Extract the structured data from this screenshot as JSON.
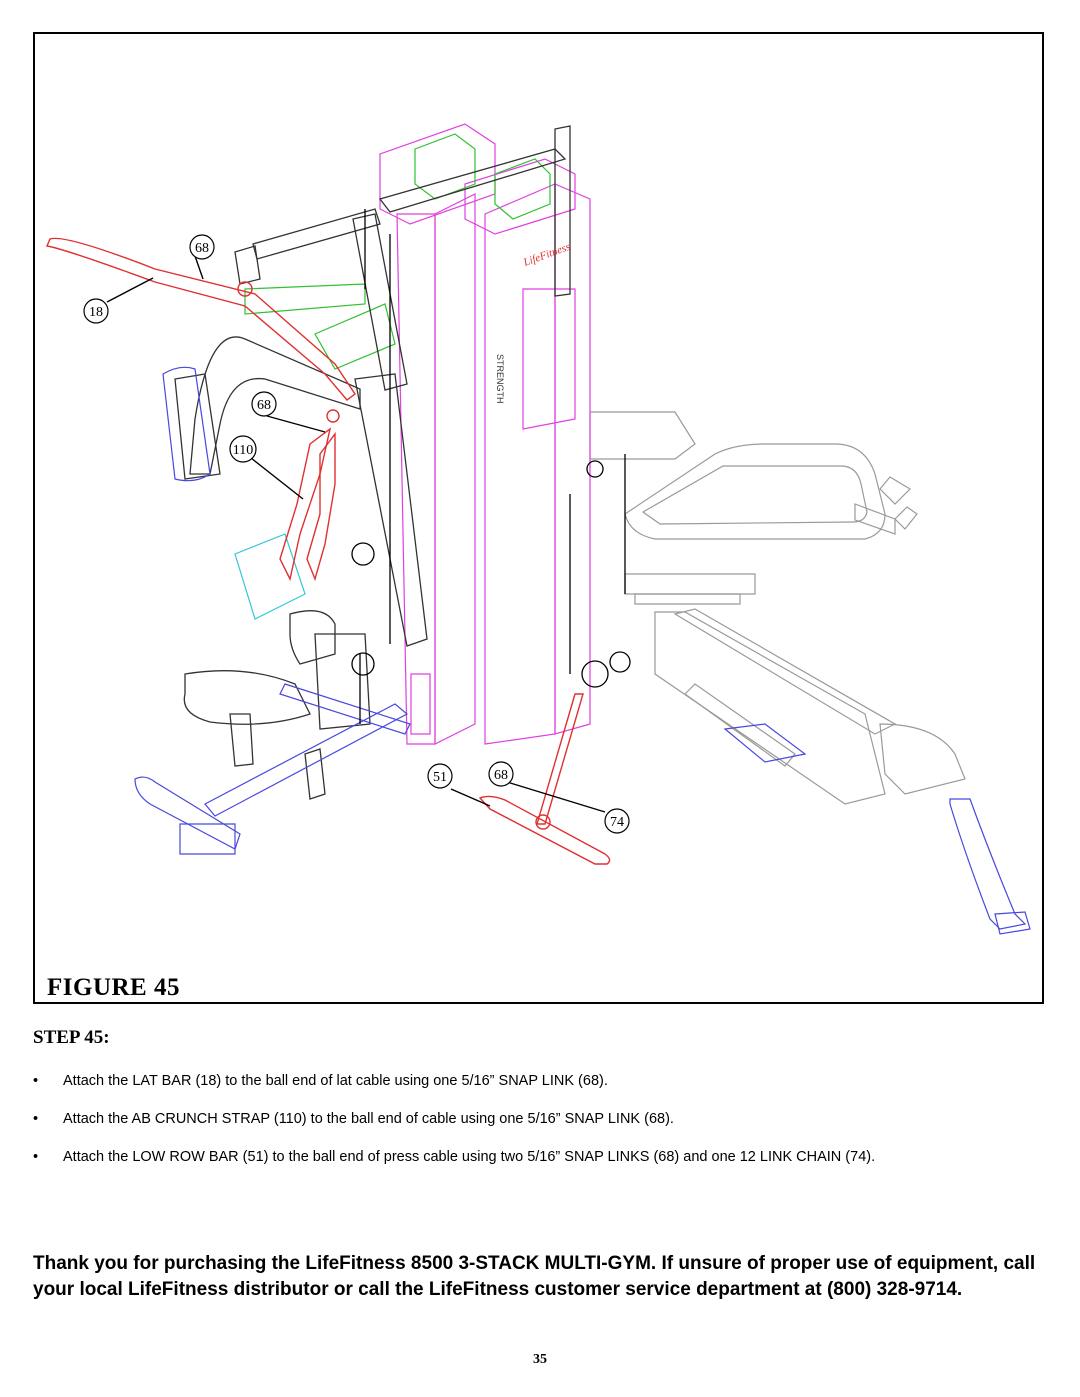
{
  "figure": {
    "caption": "FIGURE 45",
    "callouts": [
      "68",
      "18",
      "68",
      "110",
      "51",
      "68",
      "74"
    ],
    "brand_marks": [
      "LifeFitness",
      "STRENGTH"
    ]
  },
  "step": {
    "heading": "STEP 45:",
    "bullets": [
      "Attach the LAT BAR (18) to the ball end of lat cable using one 5/16” SNAP LINK (68).",
      "Attach the AB CRUNCH STRAP (110) to the ball end of cable using one 5/16” SNAP LINK (68).",
      "Attach the LOW ROW BAR (51) to the ball end of press cable using two 5/16” SNAP LINKS (68) and one 12  LINK CHAIN (74)."
    ],
    "bullet_symbol": "•"
  },
  "closing": {
    "thank_you": "Thank you for purchasing the LifeFitness 8500 3-STACK MULTI-GYM. If unsure of proper use of equipment, call your local LifeFitness  distributor or call the LifeFitness customer service department at (800) 328-9714."
  },
  "page": {
    "number": "35"
  },
  "colors": {
    "frame_magenta": "#e040e0",
    "line_blue": "#3030d0",
    "part_red": "#e03030",
    "accent_green": "#30c030",
    "cyan": "#30c8d8"
  }
}
